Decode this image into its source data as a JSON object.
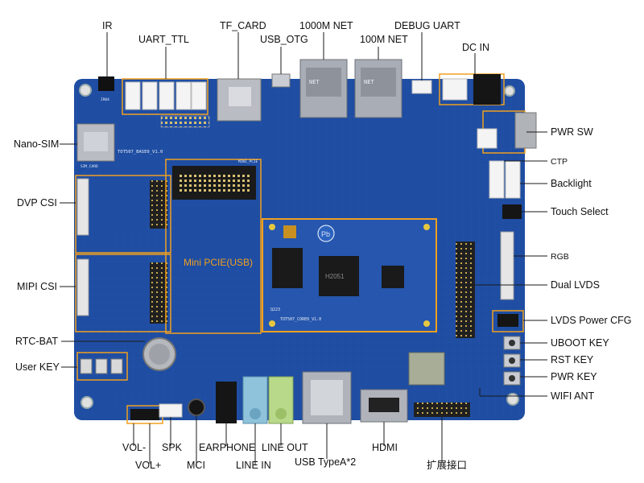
{
  "callouts": {
    "ir": "IR",
    "uart_ttl": "UART_TTL",
    "tf_card": "TF_CARD",
    "usb_otg": "USB_OTG",
    "net_1000m": "1000M NET",
    "debug_uart": "DEBUG UART",
    "net_100m": "100M NET",
    "dc_in": "DC IN",
    "pwr_sw": "PWR SW",
    "nano_sim": "Nano-SIM",
    "ctp": "CTP",
    "backlight": "Backlight",
    "touch_select": "Touch Select",
    "dvp_csi": "DVP CSI",
    "rgb": "RGB",
    "mini_pcie": "Mini PCIE(USB)",
    "mipi_csi": "MIPI CSI",
    "dual_lvds": "Dual LVDS",
    "lvds_power_cfg": "LVDS Power CFG",
    "rtc_bat": "RTC-BAT",
    "uboot_key": "UBOOT KEY",
    "rst_key": "RST KEY",
    "user_key": "User KEY",
    "pwr_key": "PWR KEY",
    "wifi_ant": "WIFI ANT",
    "vol_minus": "VOL-",
    "vol_plus": "VOL+",
    "spk": "SPK",
    "mci": "MCI",
    "earphone": "EARPHONE",
    "line_in": "LINE IN",
    "line_out": "LINE OUT",
    "usb_typea": "USB TypeA*2",
    "hdmi": "HDMI",
    "expansion_port": "扩展接口"
  },
  "silkscreen": {
    "base_board": "TOT507_BASE0_V1.0",
    "core_board": "TOT507_CORE0_V1.0",
    "soc": "H2051",
    "sim_card": "SIM_CARD",
    "mini_pcie_ref": "MINI_PCIE",
    "core_marking": "Q223",
    "ir_ref": "IR04",
    "pb_logo": "Pb"
  },
  "colors": {
    "pcb": "#1e4da2",
    "callout_line": "#1a1a1a",
    "highlight": "#f0a020",
    "label_text": "#111111"
  }
}
